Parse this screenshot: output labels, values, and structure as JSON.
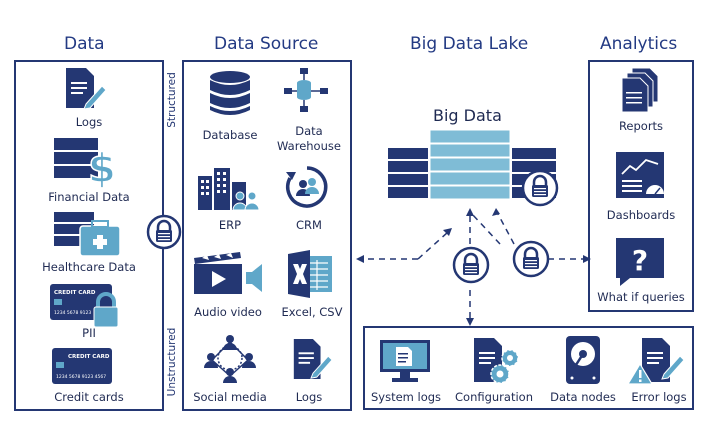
{
  "headers": {
    "data": "Data",
    "data_source": "Data Source",
    "big_data_lake": "Big Data Lake",
    "analytics": "Analytics"
  },
  "data_column": {
    "items": [
      "Logs",
      "Financial Data",
      "Healthcare Data",
      "PII",
      "Credit cards"
    ],
    "card_text": "CREDIT CARD",
    "card_number_1": "1234 5678 9123",
    "card_number_2": "1234 5678 9123 4567"
  },
  "data_source": {
    "structured_label": "Structured",
    "unstructured_label": "Unstructured",
    "items": [
      "Database",
      "Data Warehouse",
      "ERP",
      "CRM",
      "Audio video",
      "Excel, CSV",
      "Social media",
      "Logs"
    ],
    "warehouse_line1": "Data",
    "warehouse_line2": "Warehouse"
  },
  "big_data": {
    "title": "Big Data"
  },
  "analytics": {
    "items": [
      "Reports",
      "Dashboards",
      "What if queries"
    ],
    "question_mark": "?"
  },
  "bottom": {
    "items": [
      "System logs",
      "Configuration",
      "Data nodes",
      "Error logs"
    ]
  },
  "colors": {
    "navy": "#243773",
    "dark_navy": "#1f2a52",
    "light_blue": "#5fa7c9",
    "pale_blue": "#bcd9e6",
    "steel": "#4a76a8"
  }
}
